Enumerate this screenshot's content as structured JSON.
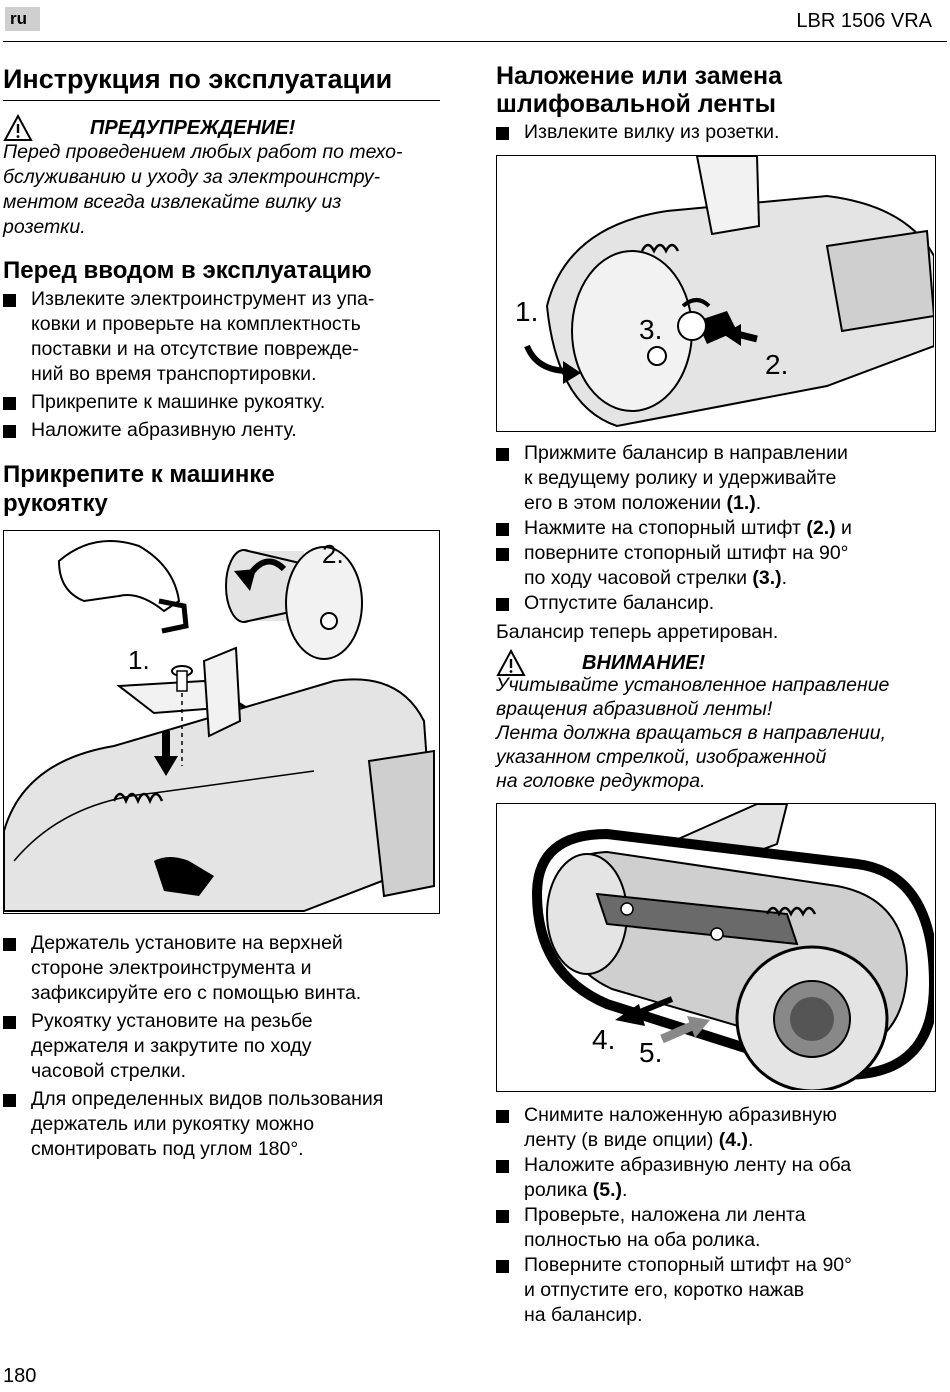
{
  "header": {
    "lang": "ru",
    "model": "LBR 1506 VRA"
  },
  "left": {
    "title": "Инструкция по эксплуатации",
    "warning": {
      "label": "ПРЕДУПРЕЖДЕНИЕ!",
      "lines": [
        "Перед проведением любых работ по техо-",
        "бслуживанию и уходу за электроинстру-",
        "ментом всегда извлекайте вилку из",
        "розетки."
      ]
    },
    "section1": {
      "heading": "Перед вводом в эксплуатацию",
      "items": [
        [
          "Извлеките электроинструмент из упа-",
          "ковки и проверьте на комплектность",
          "поставки и на отсутствие поврежде-",
          "ний во время транспортировки."
        ],
        [
          "Прикрепите к машинке рукоятку."
        ],
        [
          "Наложите абразивную ленту."
        ]
      ]
    },
    "section2": {
      "heading_lines": [
        "Прикрепите к машинке",
        "рукоятку"
      ],
      "figure": {
        "label1": "1.",
        "label2": "2."
      },
      "items": [
        [
          "Держатель установите на верхней",
          "стороне электроинструмента и",
          "зафиксируйте его с помощью винта."
        ],
        [
          "Рукоятку установите на резьбе",
          "держателя и закрутите по ходу",
          "часовой стрелки."
        ],
        [
          "Для определенных видов пользования",
          "держатель или рукоятку можно",
          "смонтировать под углом 180°."
        ]
      ]
    }
  },
  "right": {
    "heading_lines": [
      "Наложение или замена",
      "шлифовальной ленты"
    ],
    "item0": "Извлеките вилку из розетки.",
    "figure1": {
      "label1": "1.",
      "label2": "2.",
      "label3": "3."
    },
    "items": [
      [
        "Прижмите балансир в направлении",
        "к ведущему ролику и удерживайте",
        "его в этом положении ",
        "(1.)",
        "."
      ],
      [
        "Нажмите на стопорный штифт ",
        "(2.)",
        " и"
      ],
      [
        "поверните стопорный штифт на 90°",
        "по ходу часовой стрелки ",
        "(3.)",
        "."
      ],
      [
        "Отпустите балансир."
      ]
    ],
    "note": "Балансир теперь арретирован.",
    "caution": {
      "label": "ВНИМАНИЕ!",
      "lines": [
        "Учитывайте установленное направление",
        "вращения абразивной ленты!",
        "Лента должна вращаться в направлении,",
        "указанном стрелкой, изображенной",
        "на головке редуктора."
      ]
    },
    "figure2": {
      "label4": "4.",
      "label5": "5."
    },
    "items2": [
      [
        "Снимите наложенную абразивную",
        "ленту (в виде опции) ",
        "(4.)",
        "."
      ],
      [
        "Наложите абразивную ленту на оба",
        "ролика ",
        "(5.)",
        "."
      ],
      [
        "Проверьте, наложена ли лента",
        "полностью на оба ролика."
      ],
      [
        "Поверните стопорный штифт на 90°",
        "и отпустите его, коротко нажав",
        "на балансир."
      ]
    ]
  },
  "footer": {
    "page_number": "180"
  }
}
